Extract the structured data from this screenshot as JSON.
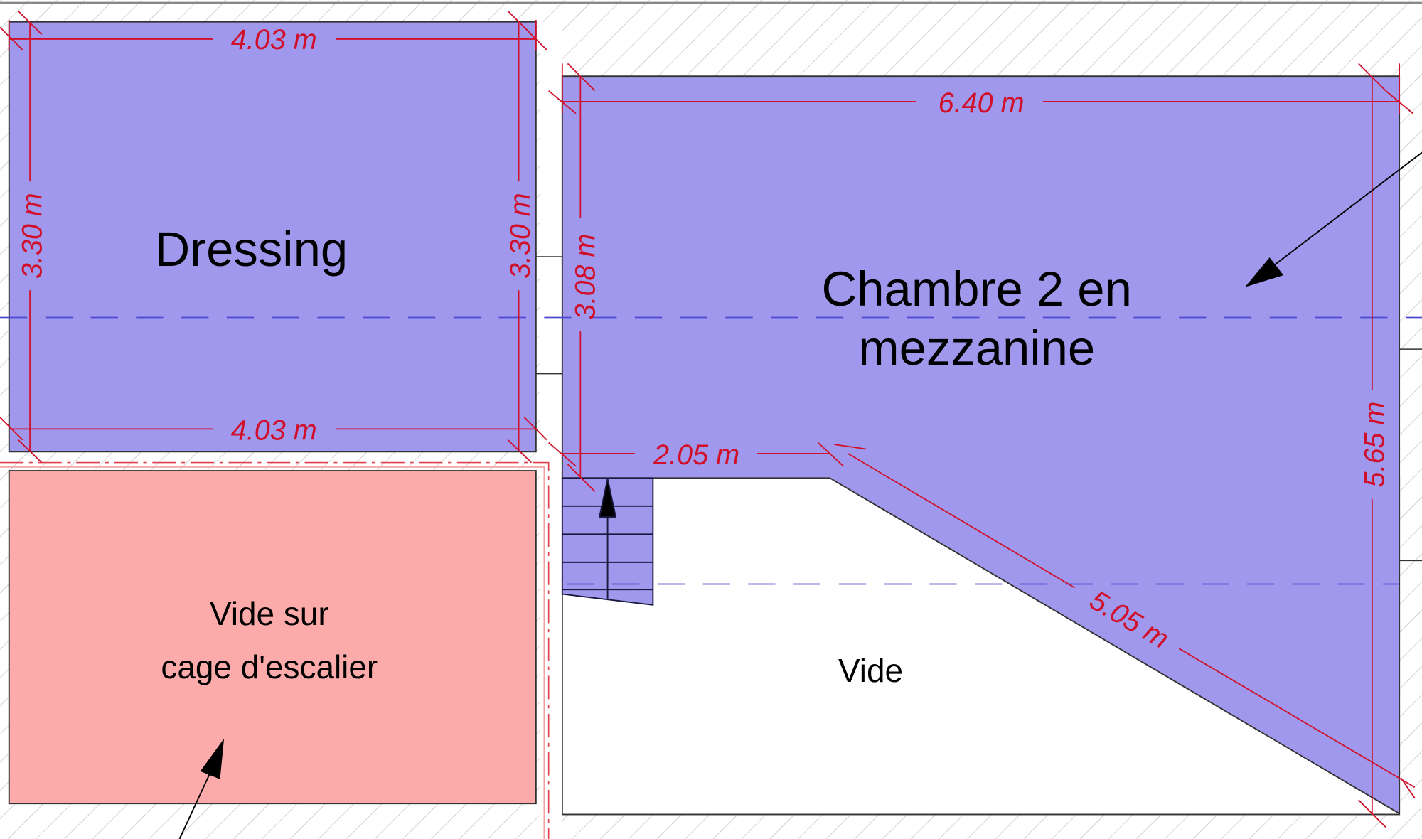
{
  "rooms": {
    "dressing": {
      "name": "Dressing",
      "width_top": "4.03 m",
      "width_bottom": "4.03 m",
      "height_left": "3.30 m",
      "height_right": "3.30 m",
      "fill": "#a098ec"
    },
    "chambre": {
      "name_line1": "Chambre 2 en",
      "name_line2": "mezzanine",
      "width_top": "6.40 m",
      "height_left": "3.08 m",
      "height_right": "5.65 m",
      "landing": "2.05 m",
      "diagonal": "5.05 m",
      "fill": "#a098ec"
    },
    "vide_escalier": {
      "line1": "Vide sur",
      "line2": "cage d'escalier",
      "fill": "#fcaaaa"
    },
    "vide": {
      "name": "Vide"
    }
  },
  "colors": {
    "dimension": "#d0102a",
    "axis": "#4a4ad0",
    "hatch": "#c8c8c8"
  }
}
